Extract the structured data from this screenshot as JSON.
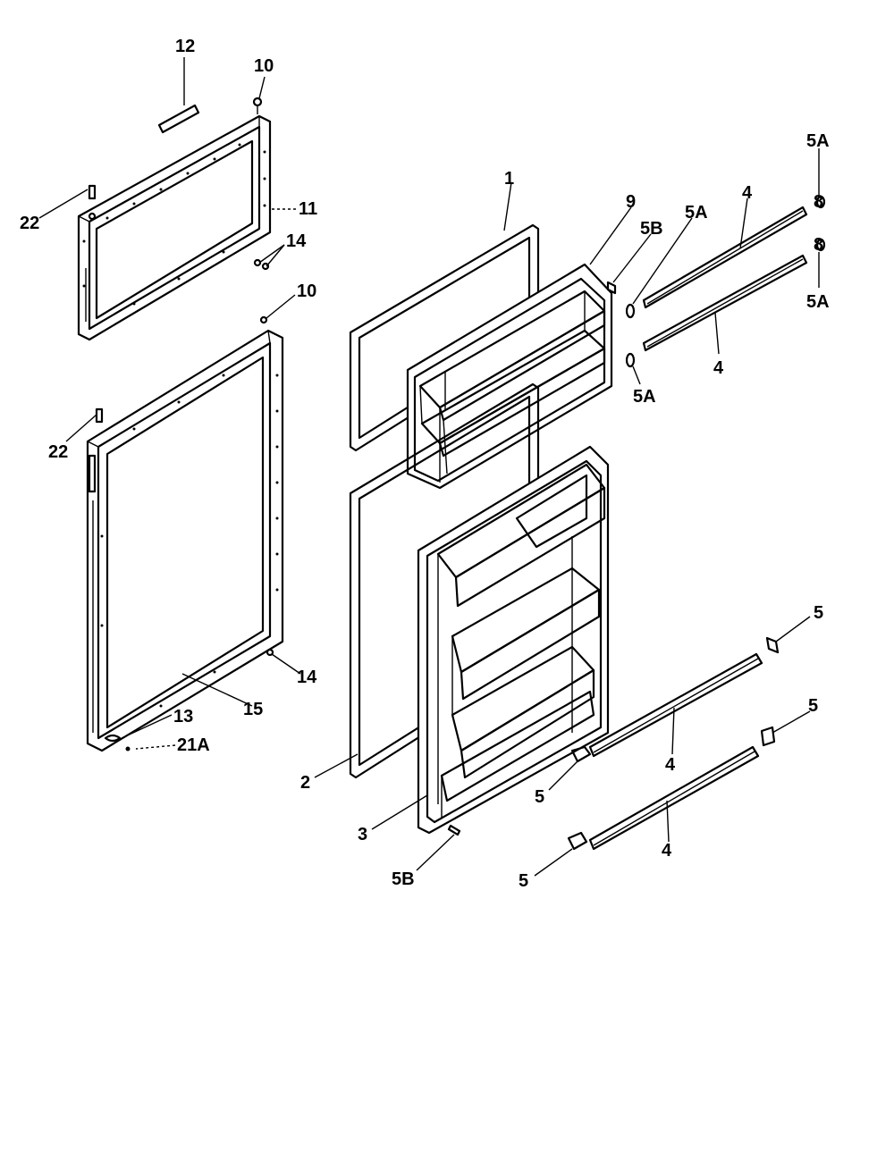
{
  "diagram": {
    "labels": {
      "p1": "1",
      "p2": "2",
      "p3": "3",
      "p4a": "4",
      "p4b": "4",
      "p4c": "4",
      "p4d": "4",
      "p5a": "5",
      "p5b": "5",
      "p5c": "5",
      "p5d": "5",
      "p5A1": "5A",
      "p5A2": "5A",
      "p5A3": "5A",
      "p5A4": "5A",
      "p5B1": "5B",
      "p5B2": "5B",
      "p8a": "8",
      "p8b": "8",
      "p9": "9",
      "p10a": "10",
      "p10b": "10",
      "p11": "11",
      "p12": "12",
      "p13": "13",
      "p14a": "14",
      "p14b": "14",
      "p15": "15",
      "p21A": "21A",
      "p22a": "22",
      "p22b": "22"
    }
  }
}
